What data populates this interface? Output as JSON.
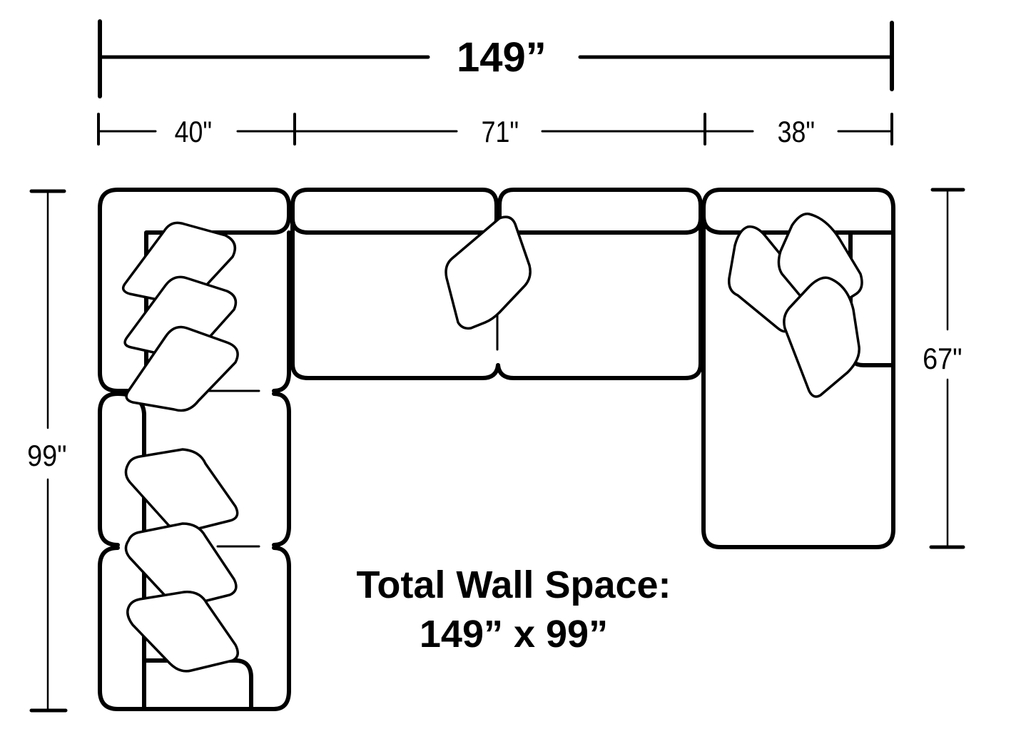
{
  "dimensions": {
    "overall_width": "149”",
    "segments": [
      {
        "label": "40\"",
        "section": "left-corner-section"
      },
      {
        "label": "71\"",
        "section": "center-loveseat"
      },
      {
        "label": "38\"",
        "section": "right-chaise"
      }
    ],
    "left_depth": "99\"",
    "right_depth": "67\""
  },
  "caption": {
    "line1": "Total Wall Space:",
    "line2": "149” x 99”"
  },
  "colors": {
    "stroke": "#000000",
    "background": "#ffffff"
  },
  "pieces": [
    {
      "name": "left-corner-wedge",
      "pillows": 3
    },
    {
      "name": "left-armless-chair",
      "pillows": 1
    },
    {
      "name": "left-arm-chair",
      "pillows": 2
    },
    {
      "name": "center-loveseat-seat-left",
      "pillows": 1
    },
    {
      "name": "center-loveseat-seat-right",
      "pillows": 0
    },
    {
      "name": "right-chaise",
      "pillows": 3
    }
  ]
}
